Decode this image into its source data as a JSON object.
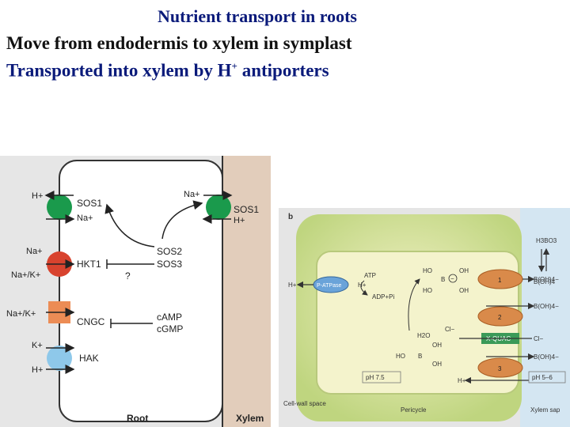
{
  "heading": {
    "line1": "Nutrient transport in roots",
    "line2": "Move from endodermis to xylem in symplast",
    "line3_pre": "Transported into xylem by H",
    "line3_sup": "+",
    "line3_post": " antiporters"
  },
  "figure_a": {
    "region_labels": {
      "root": "Root",
      "xylem": "Xylem"
    },
    "left_ions": {
      "h_top": "H+",
      "na_top": "Na+",
      "na_hkt": "Na+",
      "nak_hkt": "Na+/K+",
      "nak_cngc": "Na+/K+",
      "k_hak": "K+",
      "h_hak": "H+"
    },
    "transporters": {
      "sos1_left": "SOS1",
      "na_sos1_left": "Na+",
      "hkt1": "HKT1",
      "cngc": "CNGC",
      "hak": "HAK",
      "sos1_right": "SOS1",
      "h_sos1_right": "H+",
      "na_sos1_right": "Na+"
    },
    "regulators": {
      "sos2": "SOS2",
      "sos3": "SOS3",
      "question": "?",
      "camp": "cAMP",
      "cgmp": "cGMP"
    },
    "colors": {
      "sos1": "#1a9a4c",
      "hkt1": "#d8432e",
      "cngc": "#ec8c55",
      "hak": "#8ec8ea",
      "xylem_bg": "#e2cdbb"
    }
  },
  "figure_b": {
    "panel_letter": "b",
    "boric_acid": {
      "h3bo3": "H3BO3",
      "boh4": "B(OH)4"
    },
    "pump": {
      "left_h": "H+",
      "name": "P-ATPase",
      "right_h": "H+",
      "atp": "ATP",
      "adp": "ADP+Pi"
    },
    "molecules": {
      "ho1": "HO",
      "b1": "B",
      "minus": "−",
      "oh1": "OH",
      "ho2": "HO",
      "oh2": "OH",
      "h2o": "H2O",
      "oh3": "OH",
      "ho3": "HO",
      "b2": "B",
      "oh4": "OH"
    },
    "ions": {
      "cl_in": "Cl−",
      "cl_out": "Cl−",
      "boh4_1": "B(OH)4−",
      "boh4_2": "B(OH)4−",
      "boh4_3": "B(OH)4−",
      "h_bottom": "H+"
    },
    "channels": {
      "c1": "1",
      "c2": "2",
      "xquac": "X-QUAC",
      "c3": "3"
    },
    "ph": {
      "cell": "pH 7.5",
      "sap": "pH 5–6"
    },
    "regions": {
      "cell_wall": "Cell-wall space",
      "pericycle": "Pericycle",
      "xylem_sap": "Xylem sap"
    },
    "colors": {
      "wall": "#c6d98a",
      "cyto": "#f2f1c4",
      "sap": "#d4e6f2",
      "channel": "#d98a4a",
      "xquac": "#3a9a58"
    }
  }
}
